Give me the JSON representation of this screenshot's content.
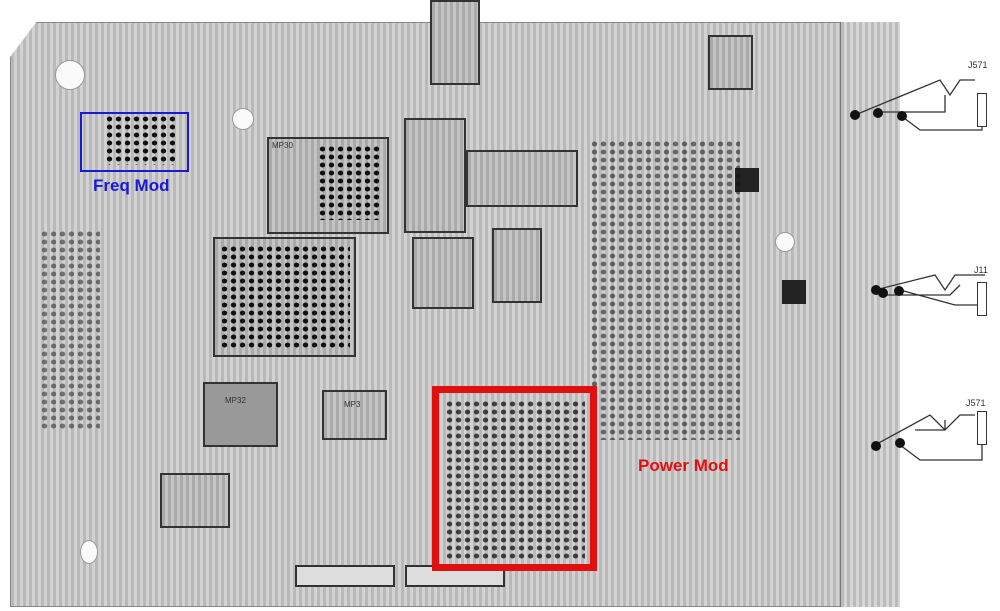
{
  "annotations": {
    "freq_mod": "Freq Mod",
    "power_mod": "Power Mod"
  },
  "connectors": {
    "top": "J571",
    "middle": "J11",
    "bottom": "J571"
  },
  "components": {
    "mp30": "MP30",
    "mp32": "MP32",
    "mp3": "MP3"
  },
  "colors": {
    "freq_mod_box": "#1a1ad6",
    "power_mod_box": "#e01010"
  }
}
